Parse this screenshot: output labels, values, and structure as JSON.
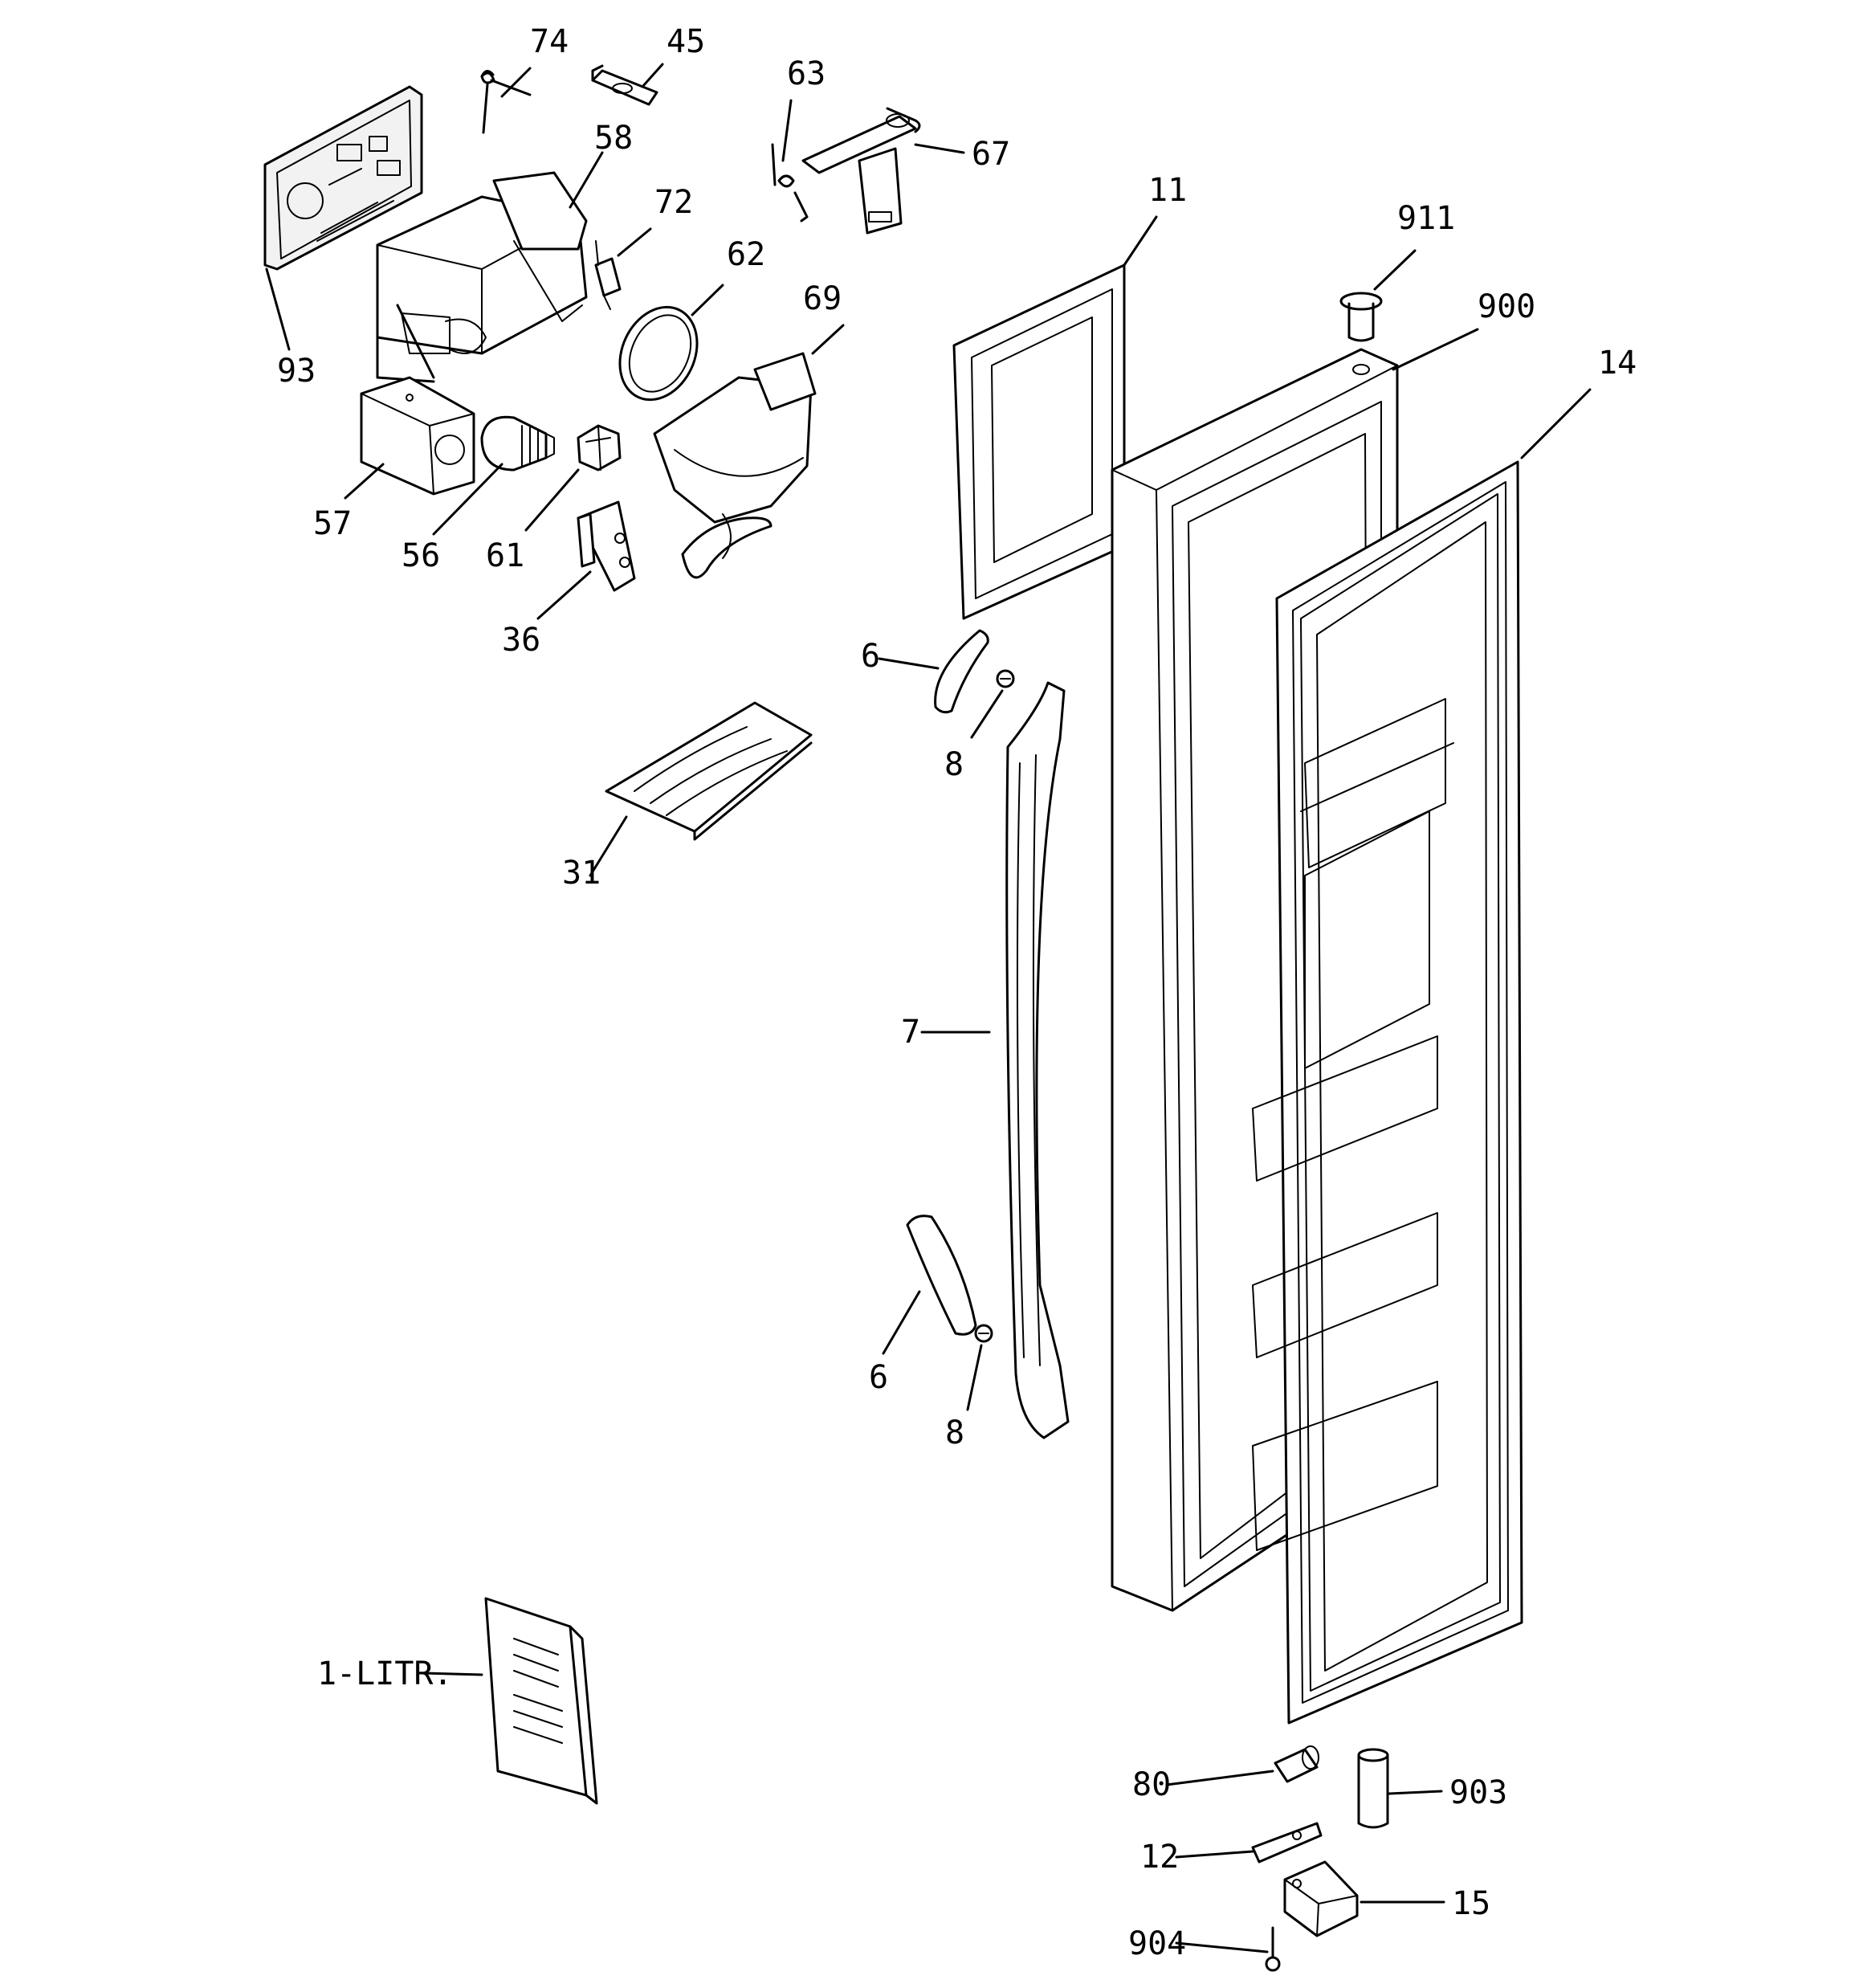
{
  "callouts": [
    {
      "id": "74",
      "text": "74"
    },
    {
      "id": "45",
      "text": "45"
    },
    {
      "id": "63",
      "text": "63"
    },
    {
      "id": "67",
      "text": "67"
    },
    {
      "id": "58",
      "text": "58"
    },
    {
      "id": "72",
      "text": "72"
    },
    {
      "id": "62",
      "text": "62"
    },
    {
      "id": "69",
      "text": "69"
    },
    {
      "id": "11",
      "text": "11"
    },
    {
      "id": "911",
      "text": "911"
    },
    {
      "id": "900",
      "text": "900"
    },
    {
      "id": "14",
      "text": "14"
    },
    {
      "id": "93",
      "text": "93"
    },
    {
      "id": "57",
      "text": "57"
    },
    {
      "id": "56",
      "text": "56"
    },
    {
      "id": "61",
      "text": "61"
    },
    {
      "id": "36",
      "text": "36"
    },
    {
      "id": "6a",
      "text": "6"
    },
    {
      "id": "8a",
      "text": "8"
    },
    {
      "id": "31",
      "text": "31"
    },
    {
      "id": "7",
      "text": "7"
    },
    {
      "id": "6b",
      "text": "6"
    },
    {
      "id": "8b",
      "text": "8"
    },
    {
      "id": "1-litr",
      "text": "1-LITR."
    },
    {
      "id": "80",
      "text": "80"
    },
    {
      "id": "903",
      "text": "903"
    },
    {
      "id": "12",
      "text": "12"
    },
    {
      "id": "15",
      "text": "15"
    },
    {
      "id": "904",
      "text": "904"
    }
  ]
}
